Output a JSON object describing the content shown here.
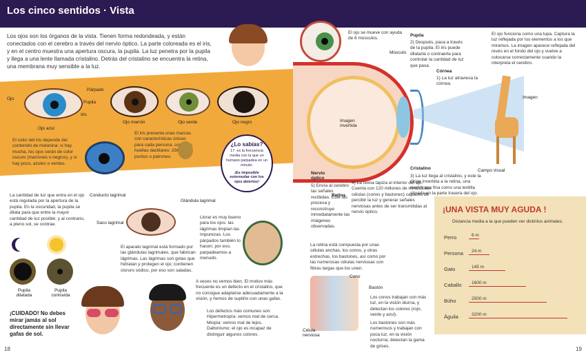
{
  "left": {
    "title": "Los cinco sentidos · Vista",
    "intro": "Los ojos son los órganos de la vista. Tienen forma redondeada, y están conectados con el cerebro a través del nervio óptico. La parte coloreada es el iris, y en el centro muestra una apertura oscura, la pupila. La luz penetra por la pupila y llega a una lente llamada cristalino. Detrás del cristalino se encuentra la retina, una membrana muy sensible a la luz.",
    "eye_labels": {
      "ojo": "Ojo",
      "parpado": "Párpado",
      "pupila": "Pupila",
      "iris": "Iris",
      "ojo_azul": "Ojo azul",
      "ojo_marron": "Ojo marrón",
      "ojo_verde": "Ojo verde",
      "ojo_negro": "Ojo negro"
    },
    "color_text": "El color del iris depende del contenido de melanina: si hay mucha, los ojos serán de color oscuro (marrones o negros), y si hay poco, azules o verdes.",
    "iris_text": "El iris presenta unas marcas con características únicas para cada persona, como las huellas dactilares: 256 puntos o patrones.",
    "bubble": {
      "title": "¿Lo sabías?",
      "text1": "17: es la frecuencia media con la que un humano parpadea en un minuto.",
      "text2": "¡Es imposible estornudar con los ojos abiertos!"
    },
    "pupil_text": "La cantidad de luz que entra en el ojo está regulada por la apertura de la pupila. En la oscuridad, la pupila se dilata para que entre la mayor cantidad de luz posible; y al contrario, a pleno sol, se contrae.",
    "tear_labels": {
      "conducto": "Conducto lagrimal",
      "glandula": "Glándula lagrimal",
      "saco": "Saco lagrimal"
    },
    "cry_text": "Llorar es muy bueno para los ojos: las lágrimas limpian las impurezas. Los párpados también lo hacen; por eso, parpadeamos a menudo.",
    "tear_text": "El aparato lagrimal está formado por las glándulas lagrimales, que fabrican lágrimas. Las lágrimas son gotas que hidratan y protegen el ojo; contienen cloruro sódico, por eso son saladas.",
    "pupil_dilated": "Pupila dilatada",
    "pupil_contracted": "Pupila contraída",
    "warning": "¡CUIDADO! No debes mirar jamás al sol directamente sin llevar gafas de sol.",
    "vision_text": "A veces no vemos bien. El motivo más frecuente es un defecto en el cristalino, que no consigue adaptarse adecuadamente a la visión, y hemos de suplirlo con unas gafas.",
    "defects_intro": "Los defectos más comunes son:",
    "defects": [
      "Hipermetropía: vemos mal de cerca.",
      "Miopía: vemos mal de lejos.",
      "Daltonismo: el ojo es incapaz de distinguir algunos colores."
    ],
    "page_number": "18"
  },
  "right": {
    "muscle_text": "El ojo se mueve con ayuda de 6 músculos.",
    "musculo": "Músculo",
    "pupila_title": "Pupila",
    "pupila_text": "2) Después, pasa a través de la pupila. El iris puede dilatarla o contraerla para controlar la cantidad de luz que pasa.",
    "lupa_text": "El ojo funciona como una lupa. Captura la luz reflejada por los elementos a los que miramos. La imagen aparece reflejada del revés en el fondo del ojo y vuelve a colocarse correctamente cuando la interpreta el cerebro.",
    "cornea_title": "Córnea",
    "cornea_text": "1) La luz atraviesa la córnea.",
    "imagen": "Imagen",
    "imagen_invertida": "Imagen invertida",
    "nervio_title": "Nervio óptico",
    "nervio_text": "5) Envía al cerebro las señales recibidas. Este las procesa y reconstruye inmediatamente las imágenes observadas.",
    "retina_text": "4) La retina tapiza el interior del ojo. Cuenta con 120 millones de minúsculas células (conos y bastones) capaces de percibir la luz y generar señales nerviosas antes de ser transmitidas al nervio óptico.",
    "cristalino_title": "Cristalino",
    "cristalino_text": "3) La luz llega al cristalino, y este la dirige invertida a la retina, una membrana fina como una lentilla situada en la parte trasera del ojo.",
    "campo": "Campo visual",
    "retina_label": "Retina",
    "retina_cells_text": "La retina está compuesta por unas células anchas, los conos, y otras estrechas, los bastones, así como por las numerosas células nerviosas con fibras largas que los unen.",
    "cono": "Cono",
    "baston": "Bastón",
    "celula": "Célula nerviosa",
    "conos_text": "Los conos trabajan con más luz, en la visión diurna, y detectan los colores (rojo, verde y azul).",
    "bastones_text": "Los bastones son más numerosos y trabajan con poca luz, en la visión nocturna; detectan la gama de grises.",
    "panel_title": "¡UNA VISTA MUY AGUDA !",
    "panel_sub": "Distancia media a la que pueden ver distintos animales.",
    "animals": [
      {
        "name": "Perro",
        "dist": "6 m",
        "len": 0.1
      },
      {
        "name": "Persona",
        "dist": "24 m",
        "len": 0.2
      },
      {
        "name": "Gato",
        "dist": "145 m",
        "len": 0.35
      },
      {
        "name": "Caballo",
        "dist": "1600 m",
        "len": 0.55
      },
      {
        "name": "Búho",
        "dist": "2500 m",
        "len": 0.75
      },
      {
        "name": "Águila",
        "dist": "3200 m",
        "len": 0.95
      }
    ],
    "page_number": "19"
  },
  "colors": {
    "banner": "#2c1a52",
    "accent": "#c0392b",
    "orange": "#f2a93b"
  }
}
